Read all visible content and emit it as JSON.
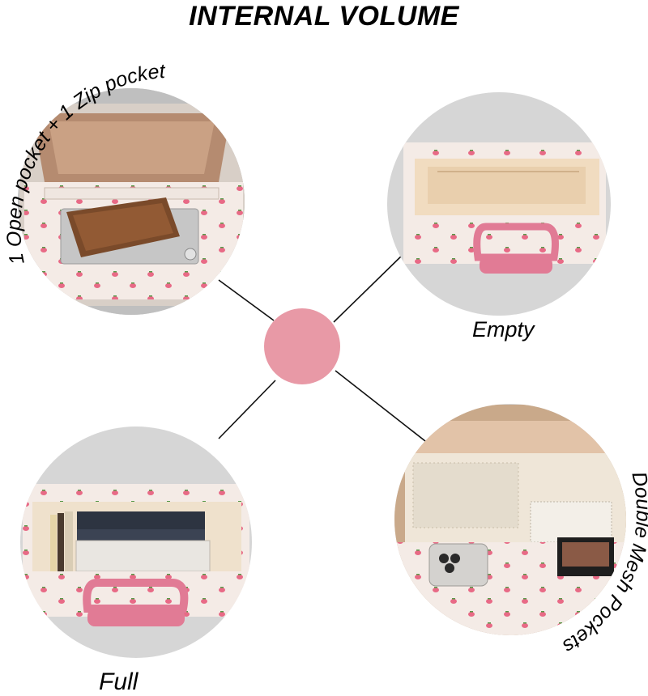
{
  "title": "INTERNAL VOLUME",
  "captions": {
    "pockets": "1 Open pocket + 1 Zip pocket",
    "empty": "Empty",
    "full": "Full",
    "mesh": "Double Mesh Pockets"
  },
  "colors": {
    "accent_pink": "#e899a6",
    "circle_gray": "#d6d6d6",
    "line": "#111111"
  }
}
